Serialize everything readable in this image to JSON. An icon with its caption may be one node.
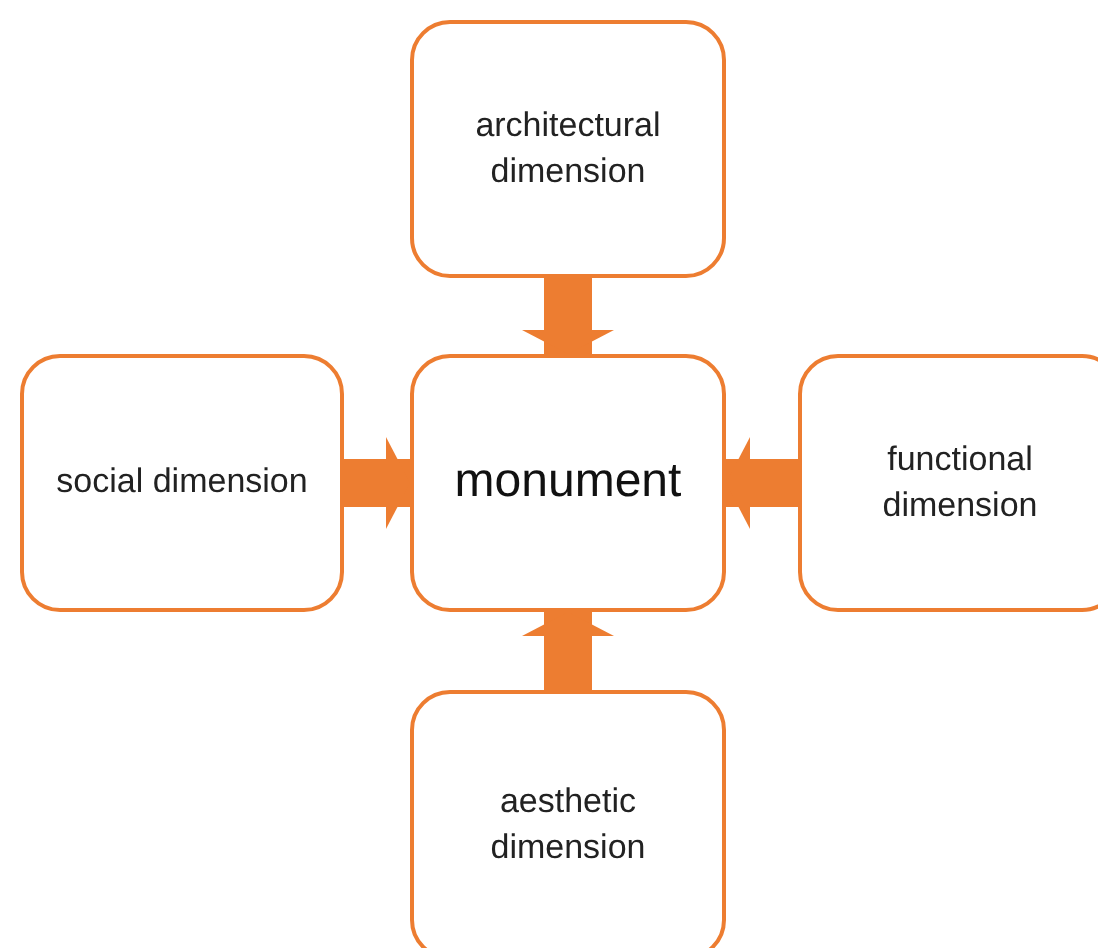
{
  "diagram": {
    "nodes": [
      {
        "text": [
          "architectural dimension"
        ]
      },
      {
        "text": [
          "social dimension"
        ]
      },
      {
        "text": [
          "monument"
        ]
      },
      {
        "text": [
          "functional dimension"
        ]
      },
      {
        "text": [
          "aesthetic dimension"
        ]
      }
    ],
    "edges": [
      {
        "from": 0,
        "to": 2,
        "arrow": "to"
      },
      {
        "from": 1,
        "to": 2,
        "arrow": "to"
      },
      {
        "from": 3,
        "to": 2,
        "arrow": "to"
      },
      {
        "from": 4,
        "to": 2,
        "arrow": "to"
      }
    ]
  }
}
